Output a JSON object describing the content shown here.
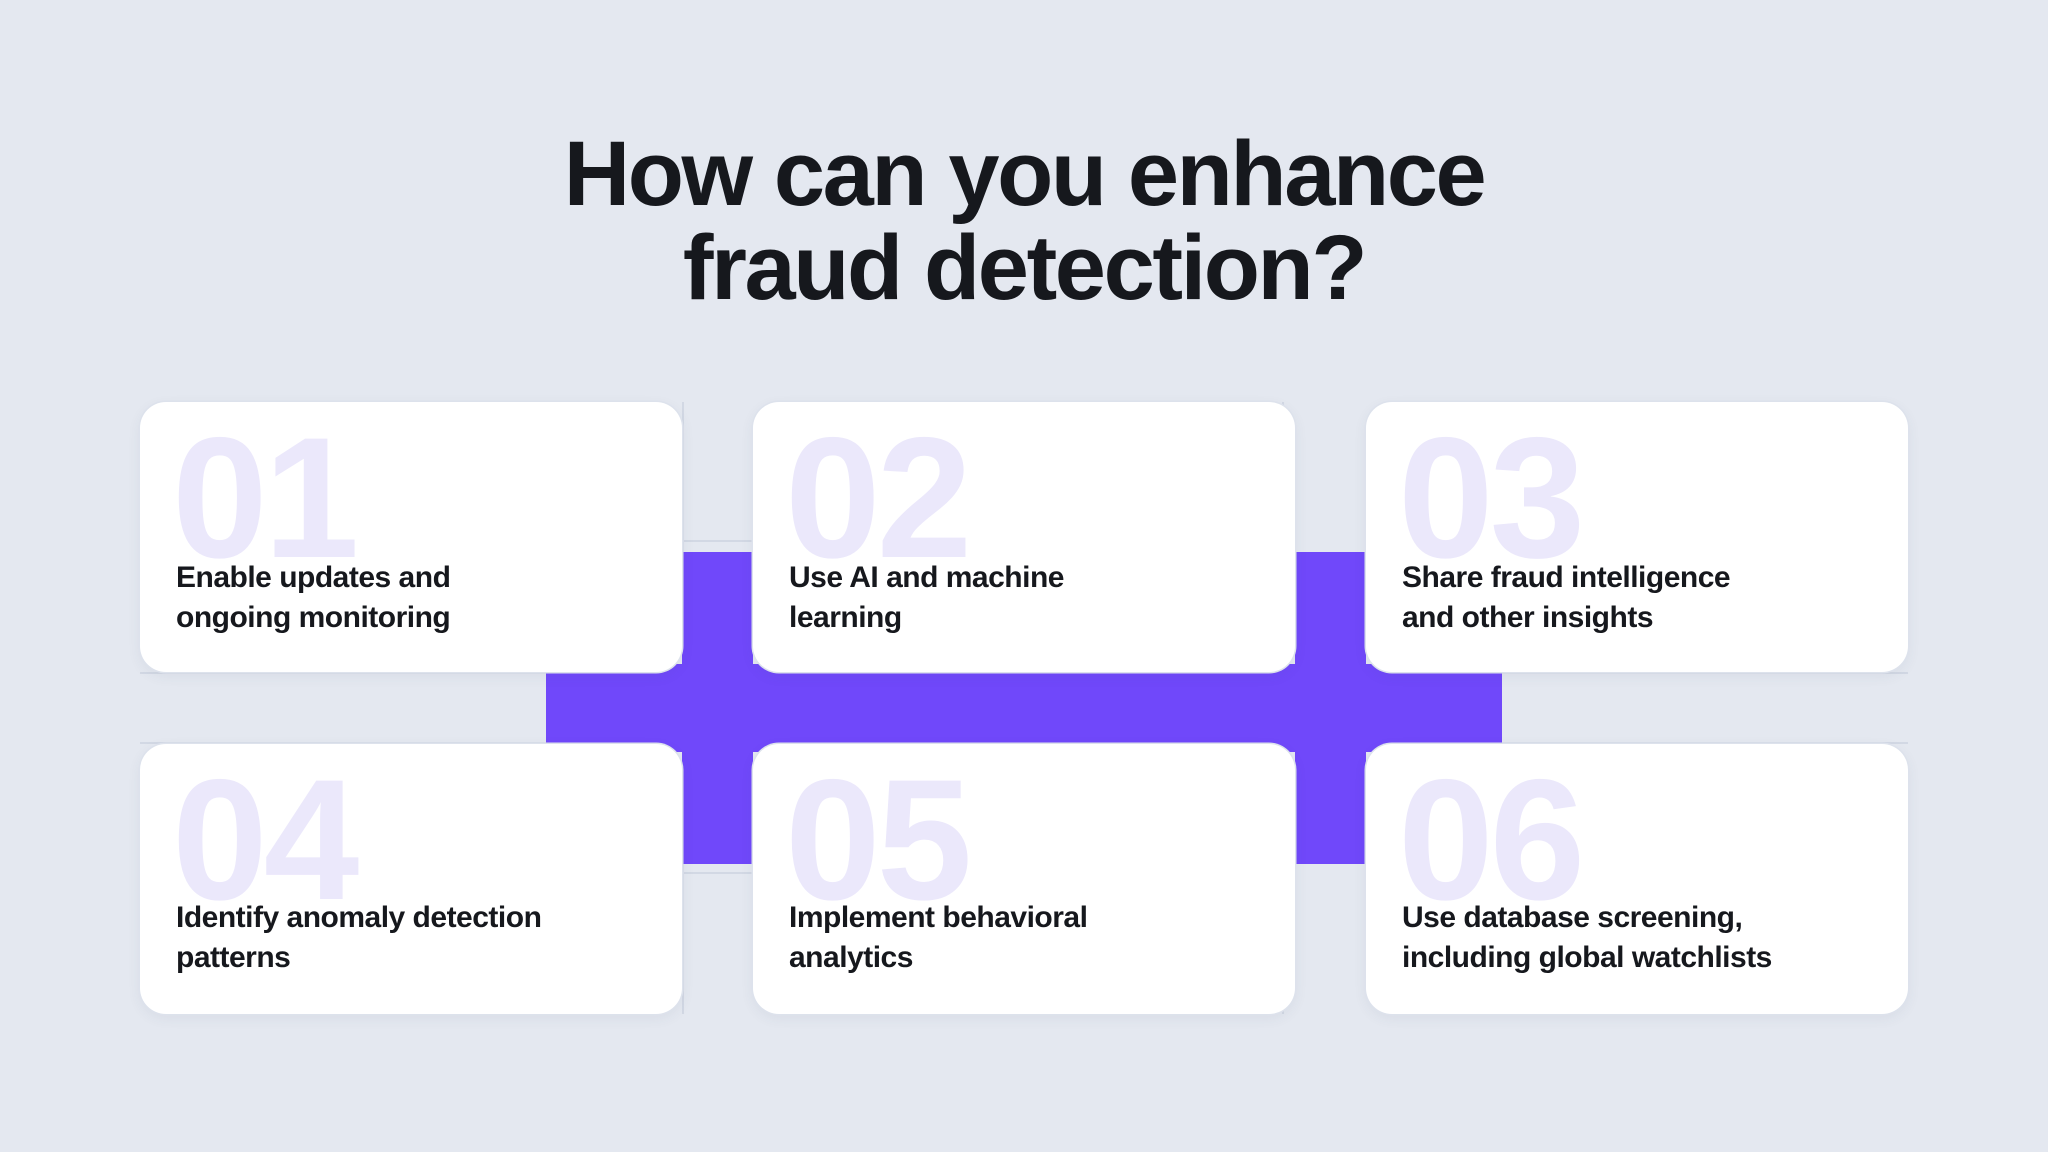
{
  "page": {
    "background_color": "#e4e8f0",
    "accent_color": "#7048fa",
    "number_watermark_color": "#ebe8fb",
    "text_color": "#16181d",
    "card_color": "#ffffff"
  },
  "header": {
    "title": "How can you enhance\nfraud detection?"
  },
  "cards": [
    {
      "number": "01",
      "text": "Enable updates and\nongoing monitoring"
    },
    {
      "number": "02",
      "text": "Use AI and machine\nlearning"
    },
    {
      "number": "03",
      "text": "Share fraud intelligence\nand other insights"
    },
    {
      "number": "04",
      "text": "Identify anomaly detection\npatterns"
    },
    {
      "number": "05",
      "text": "Implement behavioral\nanalytics"
    },
    {
      "number": "06",
      "text": "Use database screening,\nincluding global watchlists"
    }
  ]
}
